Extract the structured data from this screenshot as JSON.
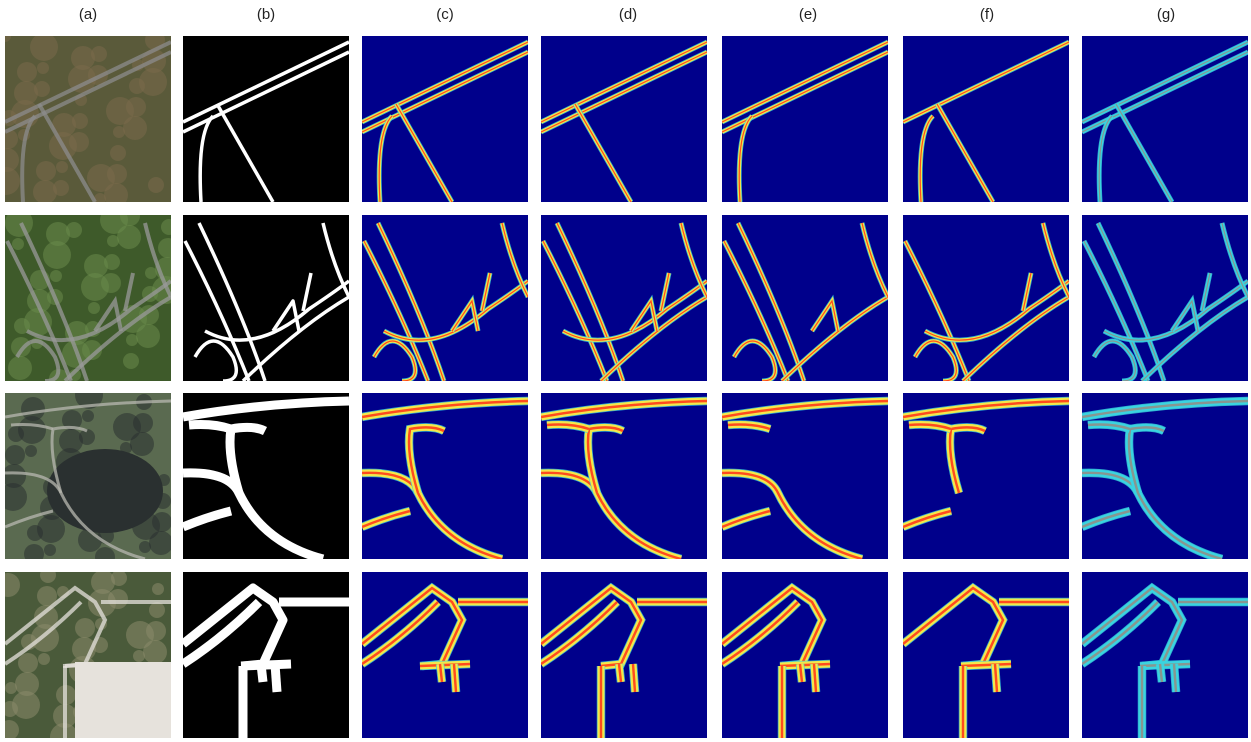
{
  "figure": {
    "column_labels": [
      "(a)",
      "(b)",
      "(c)",
      "(d)",
      "(e)",
      "(f)",
      "(g)"
    ],
    "column_contents": [
      "satellite-image",
      "ground-truth-mask",
      "prediction-heatmap",
      "prediction-heatmap",
      "prediction-heatmap",
      "prediction-heatmap",
      "prediction-heatmap"
    ],
    "rows": 4
  },
  "colors": {
    "heatmap_background": "#00008b",
    "mask_background": "#000000",
    "mask_road": "#ffffff",
    "heatmap_high": "#ff3a1a",
    "heatmap_mid": "#f4e84a",
    "heatmap_low": "#3ad4e0"
  }
}
